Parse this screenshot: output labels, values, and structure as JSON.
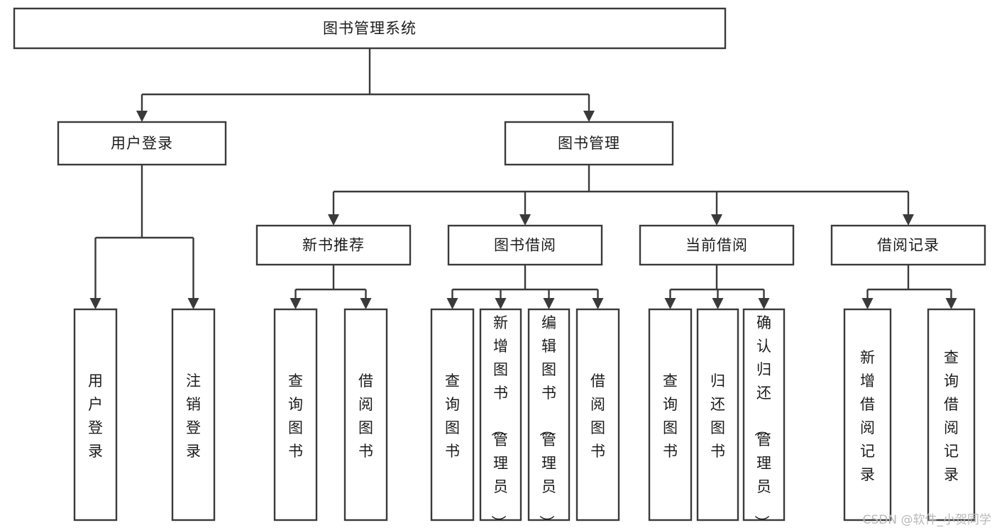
{
  "diagram": {
    "type": "hierarchy-tree",
    "title": "图书管理系统",
    "watermark": "CSDN @软件_小贺同学",
    "colors": {
      "stroke": "#3a3a3a",
      "box_fill": "#ffffff",
      "text": "#1c1c1c",
      "background": "#ffffff",
      "watermark": "#b9b9b9"
    },
    "root": {
      "label": "图书管理系统"
    },
    "level2": [
      {
        "label": "用户登录"
      },
      {
        "label": "图书管理"
      }
    ],
    "level3": [
      {
        "label": "新书推荐"
      },
      {
        "label": "图书借阅"
      },
      {
        "label": "当前借阅"
      },
      {
        "label": "借阅记录"
      }
    ],
    "leaves": {
      "user_login": [
        {
          "label": "用户登录"
        },
        {
          "label": "注销登录"
        }
      ],
      "new_book_recommend": [
        {
          "label": "查询图书"
        },
        {
          "label": "借阅图书"
        }
      ],
      "book_borrow": [
        {
          "label": "查询图书"
        },
        {
          "label": "新增图书（管理员）"
        },
        {
          "label": "编辑图书（管理员）"
        },
        {
          "label": "借阅图书"
        }
      ],
      "current_borrow": [
        {
          "label": "查询图书"
        },
        {
          "label": "归还图书"
        },
        {
          "label": "确认归还（管理员）"
        }
      ],
      "borrow_record": [
        {
          "label": "新增借阅记录"
        },
        {
          "label": "查询借阅记录"
        }
      ]
    }
  }
}
